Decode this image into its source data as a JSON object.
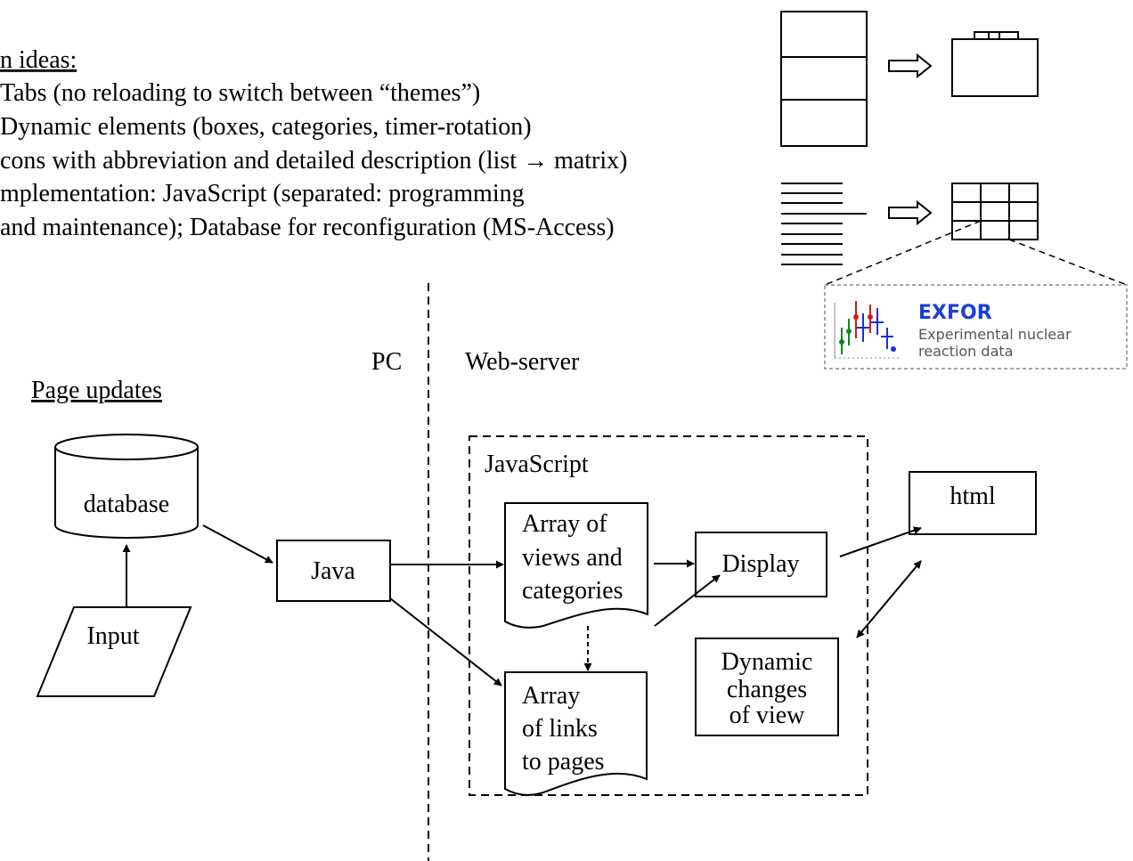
{
  "ideas": {
    "heading": "n ideas:",
    "lines": [
      "Tabs (no reloading to switch between “themes”)",
      "Dynamic elements (boxes, categories, timer-rotation)",
      "cons with abbreviation and detailed description (list → matrix)",
      "mplementation: JavaScript (separated: programming",
      "and maintenance); Database for reconfiguration (MS-Access)"
    ]
  },
  "zones": {
    "pc": "PC",
    "server": "Web-server"
  },
  "section_title": "Page updates",
  "nodes": {
    "database": "database",
    "input": "Input",
    "java": "Java",
    "javascript": "JavaScript",
    "array_views": [
      "Array of",
      "views and",
      "categories"
    ],
    "array_links": [
      "Array",
      "of links",
      "to pages"
    ],
    "display": "Display",
    "dynamic": [
      "Dynamic",
      "changes",
      "of view"
    ],
    "html": "html"
  },
  "icon_box": {
    "title": "EXFOR",
    "line1": "Experimental nuclear",
    "line2": "reaction data",
    "title_color": "#1a3fd6",
    "text_color": "#555555"
  }
}
